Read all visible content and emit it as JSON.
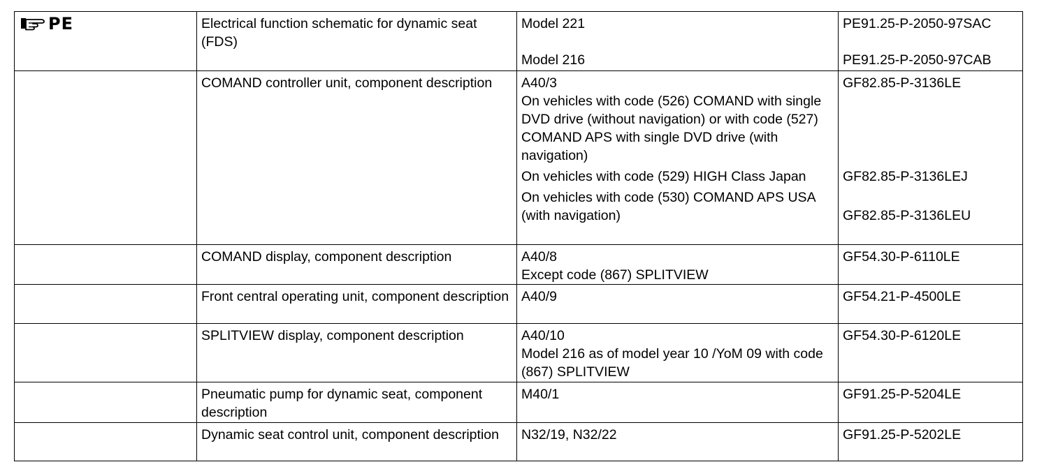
{
  "ref_marker": {
    "icon": "pointing-hand-icon",
    "label": "PE"
  },
  "rows": [
    {
      "description": "Electrical function schematic for dynamic seat (FDS)",
      "entries": [
        {
          "text": "Model 221",
          "code": "PE91.25-P-2050-97SAC"
        },
        {
          "text": "Model 216",
          "code": "PE91.25-P-2050-97CAB"
        }
      ]
    },
    {
      "description": "COMAND controller unit, component description",
      "designation": "A40/3",
      "entries": [
        {
          "text": "On vehicles with code (526) COMAND with single DVD drive (without navigation) or with code (527) COMAND APS with single DVD drive (with navigation)",
          "code": "GF82.85-P-3136LE"
        },
        {
          "text": "On vehicles with code (529) HIGH Class Japan",
          "code": "GF82.85-P-3136LEJ"
        },
        {
          "text": "On vehicles with code (530) COMAND APS USA (with navigation)",
          "code": "GF82.85-P-3136LEU"
        }
      ]
    },
    {
      "description": "COMAND display, component description",
      "designation": "A40/8",
      "note": "Except code (867) SPLITVIEW",
      "code": "GF54.30-P-6110LE"
    },
    {
      "description": "Front central operating unit, component description",
      "designation": "A40/9",
      "code": "GF54.21-P-4500LE"
    },
    {
      "description": "SPLITVIEW display, component description",
      "designation": "A40/10",
      "note": "Model 216 as of model year 10 /YoM 09 with code (867) SPLITVIEW",
      "code": "GF54.30-P-6120LE"
    },
    {
      "description": "Pneumatic pump for dynamic seat, component description",
      "designation": "M40/1",
      "code": "GF91.25-P-5204LE"
    },
    {
      "description": "Dynamic seat control unit, component description",
      "designation": "N32/19, N32/22",
      "code": "GF91.25-P-5202LE"
    }
  ]
}
